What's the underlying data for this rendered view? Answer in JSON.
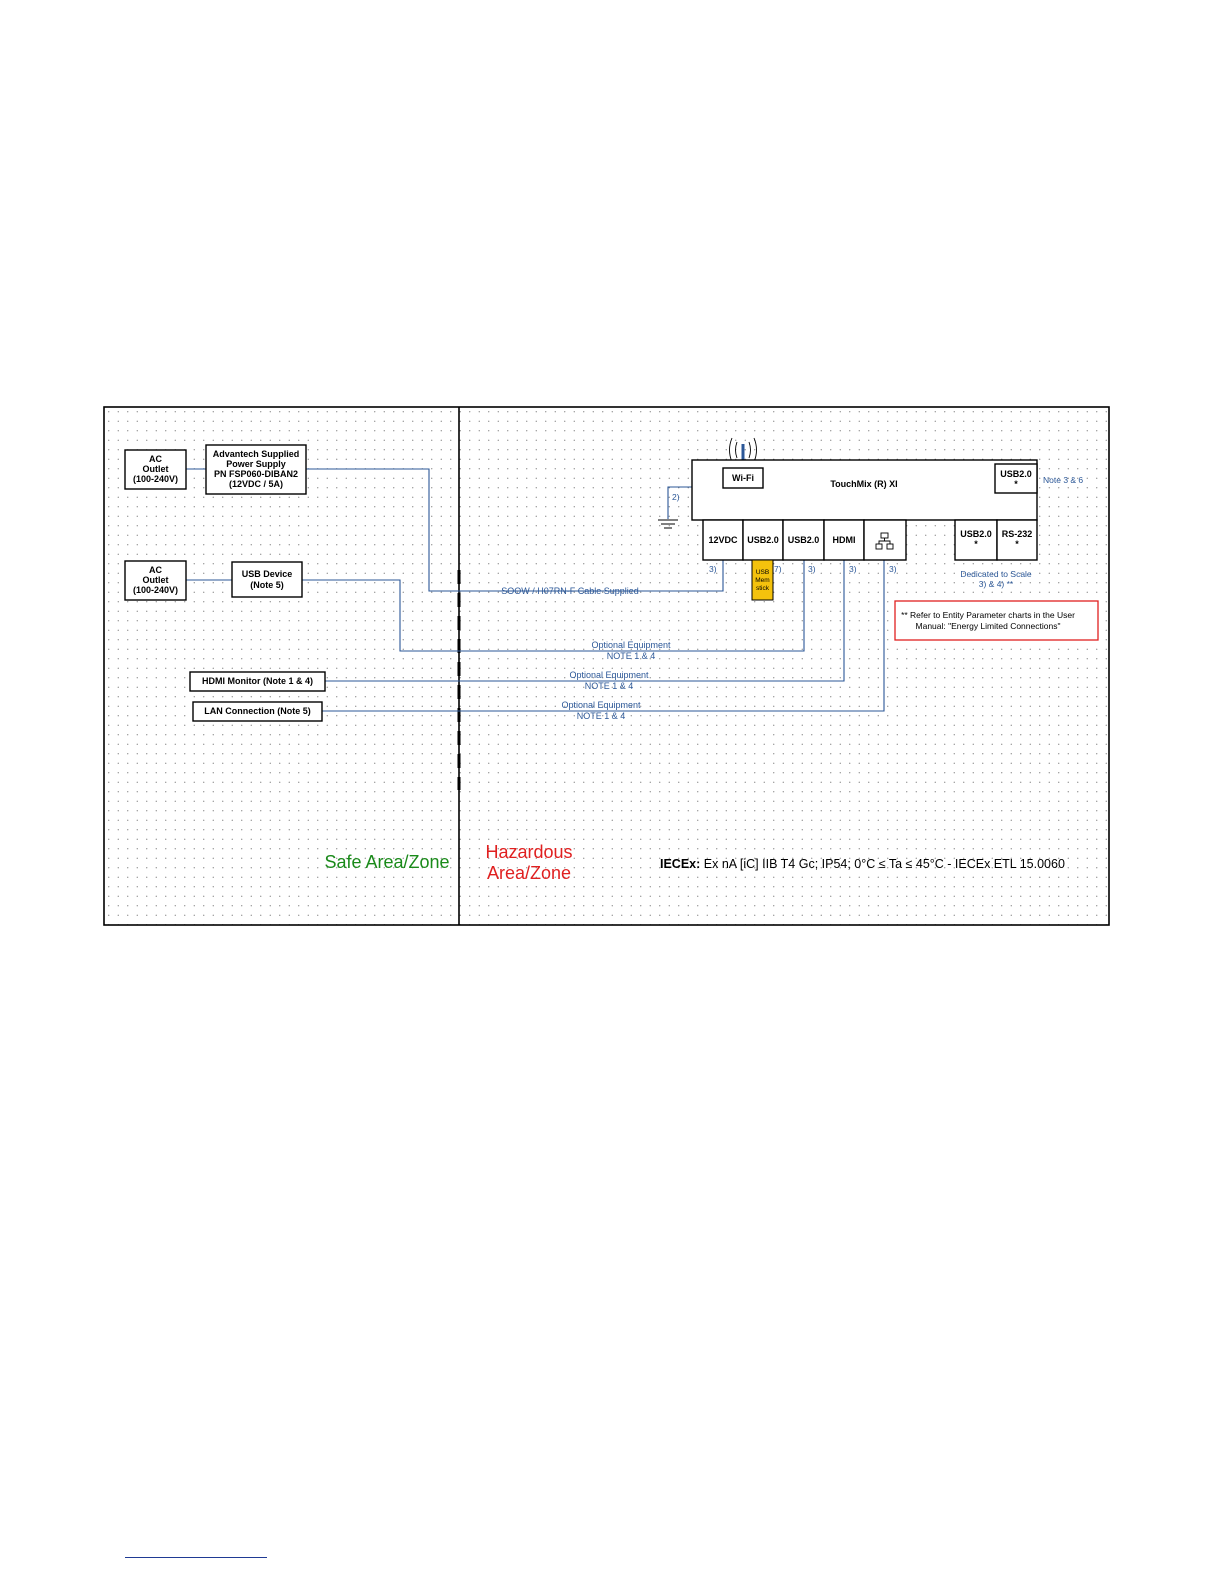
{
  "zones": {
    "safe": "Safe Area/Zone",
    "hazardous_line1": "Hazardous",
    "hazardous_line2": "Area/Zone"
  },
  "certification": {
    "prefix": "IECEx:",
    "text": " Ex nA [iC] IIB T4 Gc; IP54; 0°C ≤ Ta ≤ 45°C - IECEx ETL 15.0060"
  },
  "safe_side": {
    "ac_outlet_1": [
      "AC",
      "Outlet",
      "(100-240V)"
    ],
    "power_supply": [
      "Advantech Supplied",
      "Power Supply",
      "PN FSP060-DIBAN2",
      "(12VDC / 5A)"
    ],
    "ac_outlet_2": [
      "AC",
      "Outlet",
      "(100-240V)"
    ],
    "usb_device": [
      "USB Device",
      "(Note 5)"
    ],
    "hdmi_monitor": "HDMI Monitor (Note 1 & 4)",
    "lan_connection": "LAN Connection (Note 5)"
  },
  "device": {
    "title": "TouchMix (R) XI",
    "wifi": "Wi-Fi",
    "ground_ref": "2)",
    "ports_bottom": [
      "12VDC",
      "USB2.0",
      "USB2.0",
      "HDMI"
    ],
    "lan_port_icon": "network-icon",
    "ports_right": [
      {
        "label": "USB2.0",
        "mark": "*"
      },
      {
        "label": "RS-232",
        "mark": "*"
      }
    ],
    "top_usb": {
      "label": "USB2.0",
      "mark": "*"
    },
    "top_usb_note": "Note 3 & 6",
    "usb_stick": [
      "USB",
      "Mem",
      "stick"
    ],
    "refs": {
      "r12vdc": "3)",
      "rstick": "7)",
      "rusb": "3)",
      "rhdmi": "3)",
      "rlan": "3)"
    },
    "dedicated": [
      "Dedicated to Scale",
      "3) & 4) **"
    ]
  },
  "cables": {
    "power_cable": "SOOW / H07RN-F  Cable Supplied",
    "usb_optional": [
      "Optional Equipment",
      "NOTE 1 & 4"
    ],
    "hdmi_optional": [
      "Optional Equipment",
      "NOTE 1 & 4"
    ],
    "lan_optional": [
      "Optional Equipment",
      "NOTE 1 & 4"
    ]
  },
  "entity_note": [
    "** Refer to Entity Parameter charts in the User",
    "Manual: \"Energy Limited Connections\""
  ],
  "colors": {
    "safe_zone": "#1a8a1a",
    "hazardous_zone": "#e02020",
    "wire": "#2b5797",
    "stick_fill": "#f4c20d",
    "note_border": "#e02020"
  }
}
